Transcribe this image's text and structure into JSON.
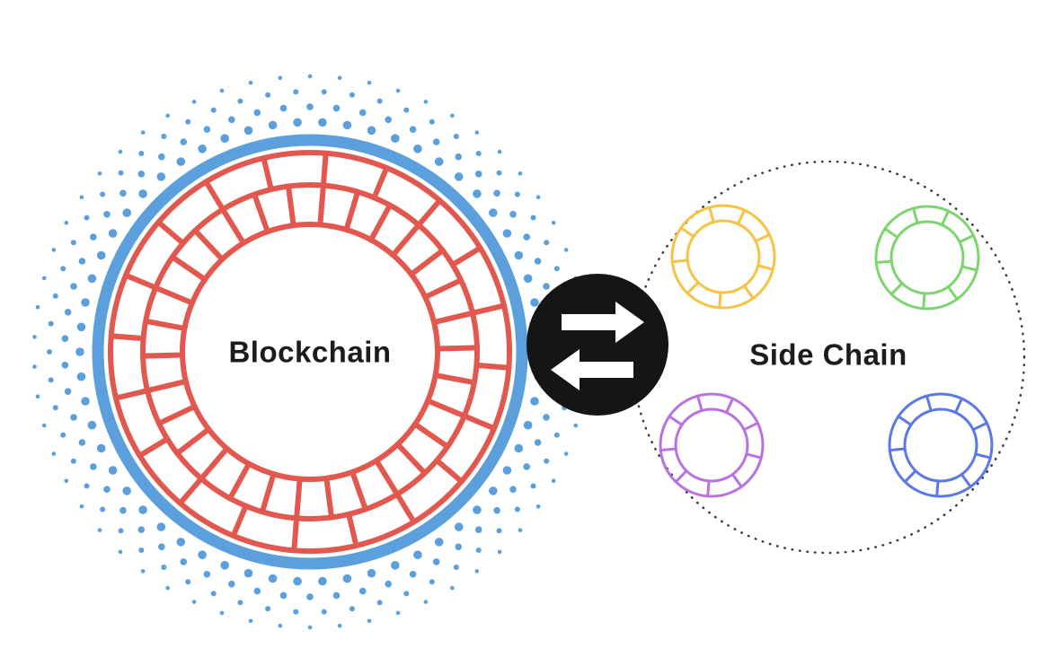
{
  "blockchain": {
    "label": "Blockchain",
    "dot_halo_color": "#5b9fdd",
    "outer_ring_color": "#5b9fdd",
    "chain_ring_color": "#e2574e"
  },
  "swap_icon": {
    "name": "swap-arrows-icon",
    "background_color": "#151515",
    "arrow_color": "#ffffff"
  },
  "sidechain": {
    "label": "Side Chain",
    "boundary_color": "#3a3a3a",
    "rings": [
      {
        "name": "yellow-ring",
        "color": "#f6c344"
      },
      {
        "name": "green-ring",
        "color": "#7ed46e"
      },
      {
        "name": "purple-ring",
        "color": "#b873e0"
      },
      {
        "name": "indigo-ring",
        "color": "#5c78e6"
      }
    ]
  },
  "text_color": "#1c1c1c",
  "background_color": "#ffffff"
}
